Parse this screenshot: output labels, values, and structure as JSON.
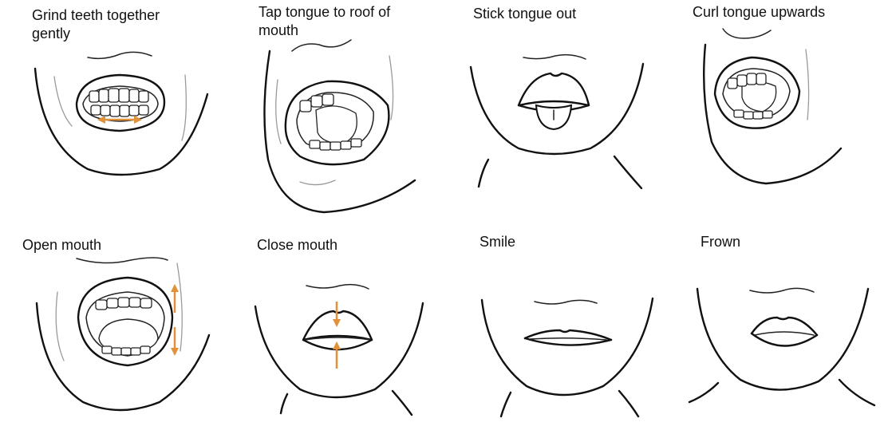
{
  "accent_color": "#E0913A",
  "panels": [
    {
      "label": "Grind teeth together gently"
    },
    {
      "label": "Tap tongue to roof of mouth"
    },
    {
      "label": "Stick tongue out"
    },
    {
      "label": "Curl tongue upwards"
    },
    {
      "label": "Open mouth"
    },
    {
      "label": "Close mouth"
    },
    {
      "label": "Smile"
    },
    {
      "label": "Frown"
    }
  ]
}
